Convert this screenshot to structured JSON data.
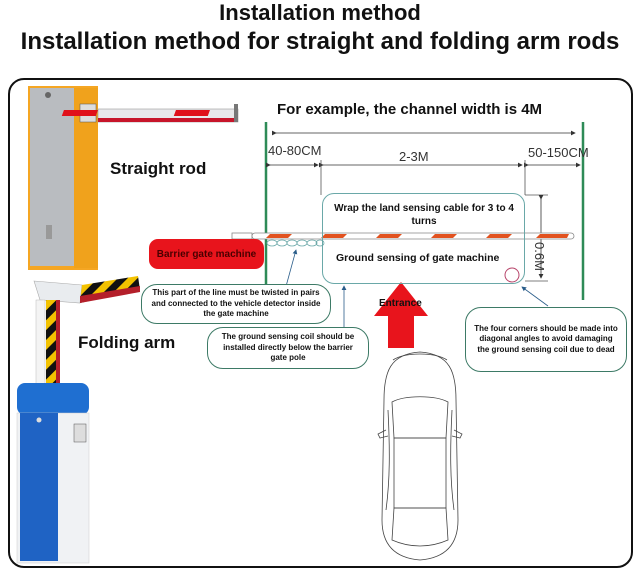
{
  "header": {
    "title": "Installation method",
    "subtitle": "Installation method for straight and folding arm rods"
  },
  "products": {
    "straight_rod_label": "Straight rod",
    "folding_arm_label": "Folding arm"
  },
  "diagram": {
    "channel_width_text": "For example, the channel width is 4M",
    "dimensions": {
      "left_gap": "40-80CM",
      "coil_length": "2-3M",
      "right_gap": "50-150CM",
      "coil_depth": "0.6M"
    },
    "coil_wrap_text": "Wrap the land sensing cable for 3 to 4 turns",
    "ground_sensing_text": "Ground sensing of gate machine",
    "barrier_machine_label": "Barrier gate machine",
    "entrance_label": "Entrance",
    "callouts": {
      "twisted_pair": "This part of the line must be twisted in pairs and connected to the vehicle detector inside the gate machine",
      "coil_position": "The ground sensing coil should be installed directly below the barrier gate pole",
      "diagonal_corners": "The four corners should be made into diagonal angles to avoid damaging the ground sensing coil due to dead"
    },
    "colors": {
      "lane_line": "#2e8b57",
      "barrier_red": "#e8141c",
      "callout_border": "#3d7a66",
      "coil_border": "#6aa8a8",
      "gate_yellow": "#f5a623",
      "gate_blue": "#1f6fd1"
    }
  }
}
